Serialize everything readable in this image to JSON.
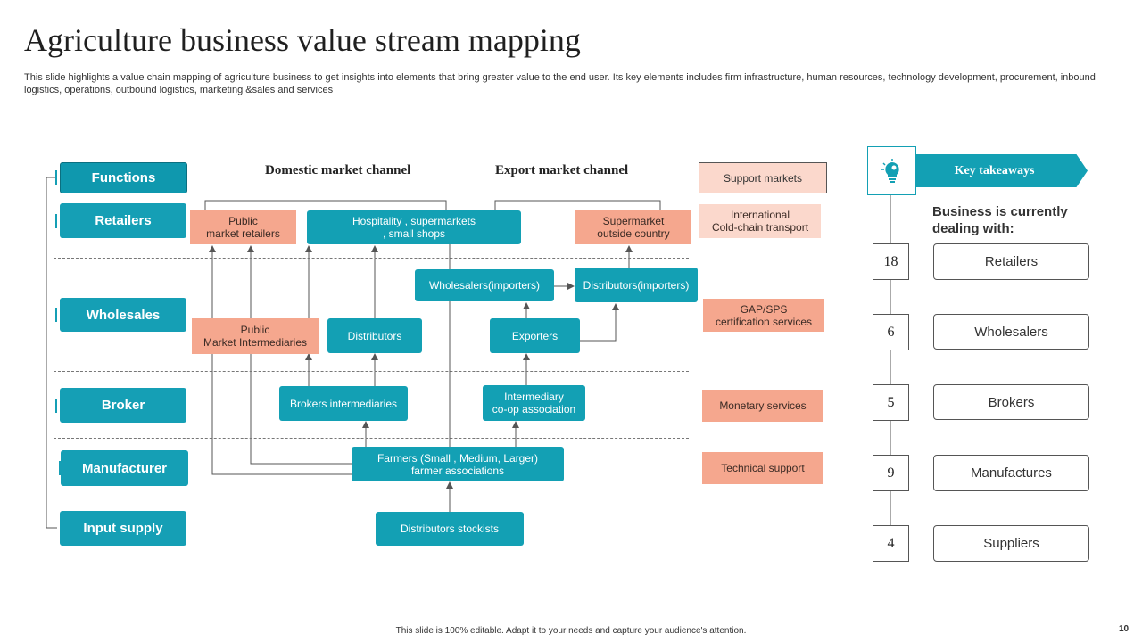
{
  "title": "Agriculture business value stream mapping",
  "subtitle": "This slide highlights a value chain mapping of agriculture business to get insights into elements that bring greater value to the end user. Its key elements includes firm infrastructure, human resources, technology development, procurement, inbound logistics, operations, outbound logistics, marketing &sales and services",
  "functions": {
    "header": "Functions",
    "rows": [
      "Retailers",
      "Wholesales",
      "Broker",
      "Manufacturer",
      "Input supply"
    ]
  },
  "channels": {
    "domestic": "Domestic market channel",
    "export": "Export market channel"
  },
  "nodes": {
    "public_market_retailers": "Public\nmarket retailers",
    "hospitality": "Hospitality , supermarkets\n, small shops",
    "supermarket_outside": "Supermarket\noutside country",
    "wholesalers_importers": "Wholesalers(importers)",
    "distributors_importers": "Distributors(importers)",
    "public_market_intermediaries": "Public\nMarket Intermediaries",
    "distributors": "Distributors",
    "exporters": "Exporters",
    "brokers_intermediaries": "Brokers intermediaries",
    "intermediary_coop": "Intermediary\nco-op association",
    "farmers": "Farmers (Small , Medium, Larger)\nfarmer associations",
    "distributors_stockists": "Distributors stockists"
  },
  "support": {
    "header": "Support markets",
    "items": [
      "International\nCold-chain transport",
      "GAP/SPS\ncertification services",
      "Monetary services",
      "Technical support"
    ]
  },
  "takeaways": {
    "banner": "Key takeaways",
    "icon": "lightbulb-gear-icon",
    "intro": "Business is currently dealing with:",
    "items": [
      {
        "count": "18",
        "label": "Retailers"
      },
      {
        "count": "6",
        "label": "Wholesalers"
      },
      {
        "count": "5",
        "label": "Brokers"
      },
      {
        "count": "9",
        "label": "Manufactures"
      },
      {
        "count": "4",
        "label": "Suppliers"
      }
    ]
  },
  "footer": "This slide is 100% editable. Adapt it to your needs and capture your audience's attention.",
  "page_number": "10",
  "colors": {
    "teal": "#13a0b4",
    "salmon": "#f5a78e",
    "light_salmon": "#fbd8cc"
  }
}
